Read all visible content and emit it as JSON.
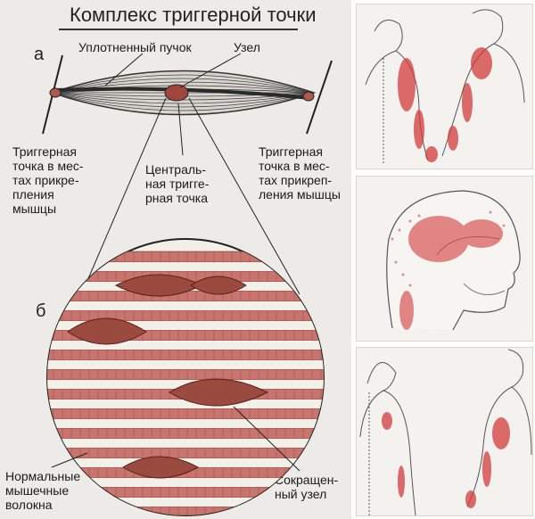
{
  "title": "Комплекс триггерной точки",
  "labels": {
    "a": "а",
    "b": "б",
    "dense_bundle": "Уплотненный пучок",
    "node": "Узел",
    "tp_attach_left": [
      "Триггерная",
      "точка в мес-",
      "тах прикре-",
      "пления",
      "мышцы"
    ],
    "central_tp": [
      "Централь-",
      "ная тригге-",
      "рная точка"
    ],
    "tp_attach_right": [
      "Триггерная",
      "точка в мес-",
      "тах прикреп-",
      "ления мышцы"
    ],
    "normal_fibers": [
      "Нормальные",
      "мышечные",
      "волокна"
    ],
    "contracted_node": [
      "Сокращен-",
      "ный узел"
    ]
  },
  "colors": {
    "fiber": "#c8756f",
    "fiber_dark": "#7a2f28",
    "knot": "#9a4a3e",
    "referred_pain": "#d23c3c",
    "paper": "#ecebe7",
    "ink": "#222222"
  }
}
